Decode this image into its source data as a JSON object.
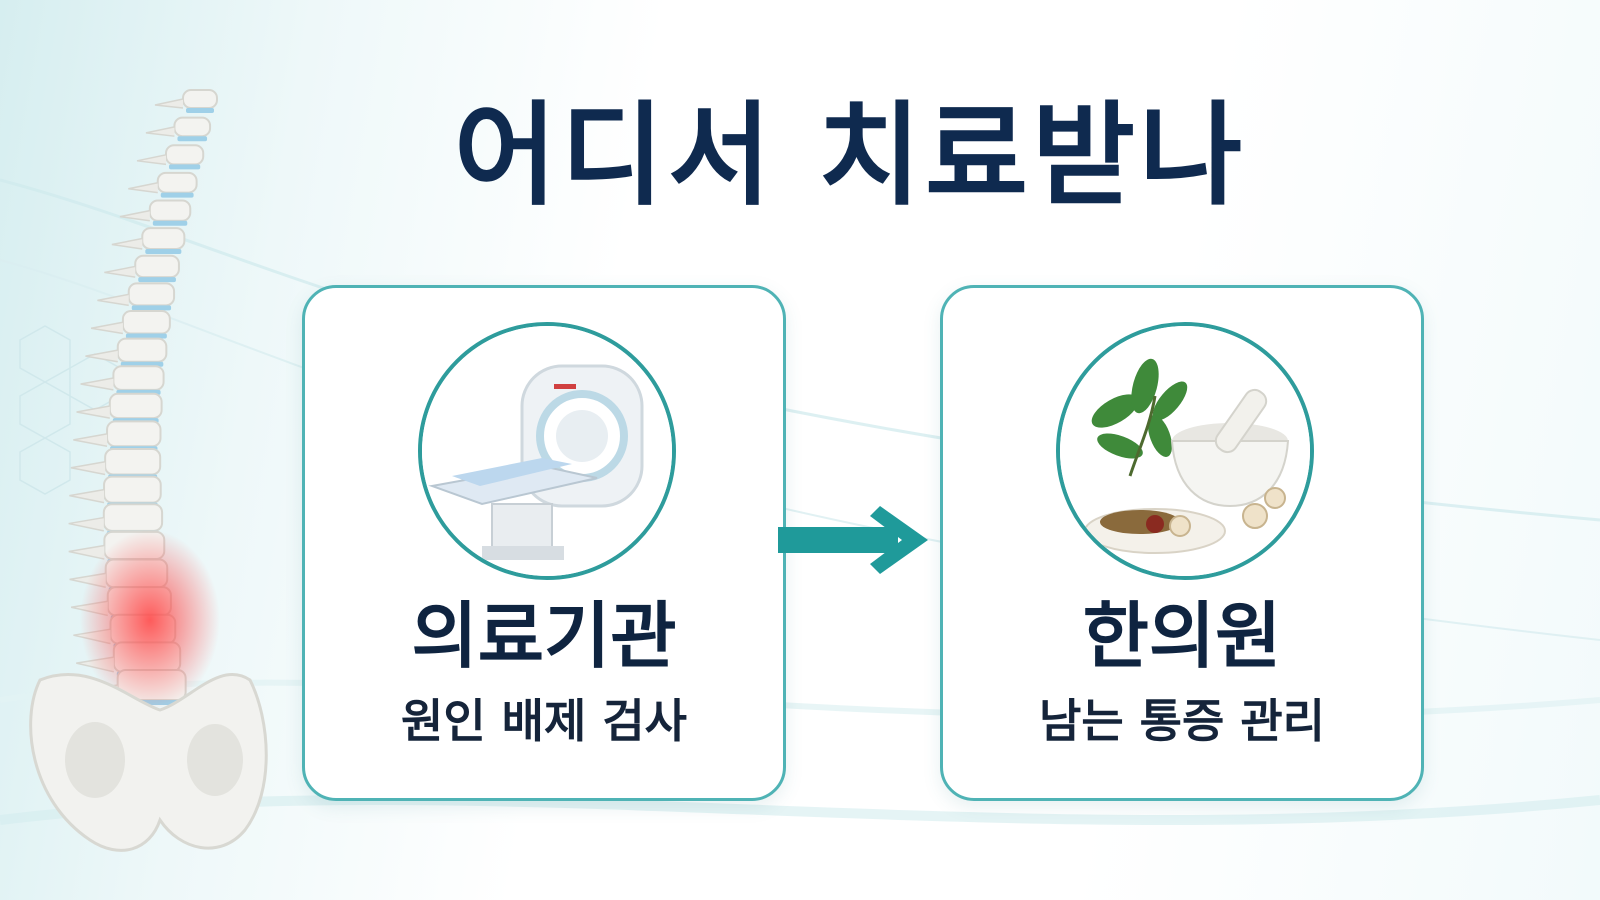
{
  "title": "어디서 치료받나",
  "cards": [
    {
      "title": "의료기관",
      "subtitle": "원인 배제 검사",
      "icon": "ct-scanner-icon"
    },
    {
      "title": "한의원",
      "subtitle": "남는 통증 관리",
      "icon": "herbal-medicine-mortar-icon"
    }
  ],
  "colors": {
    "title": "#0f2a4f",
    "accent": "#2e9c9c",
    "card_border": "#4fb3b5",
    "pain_highlight": "#e84a4a"
  }
}
